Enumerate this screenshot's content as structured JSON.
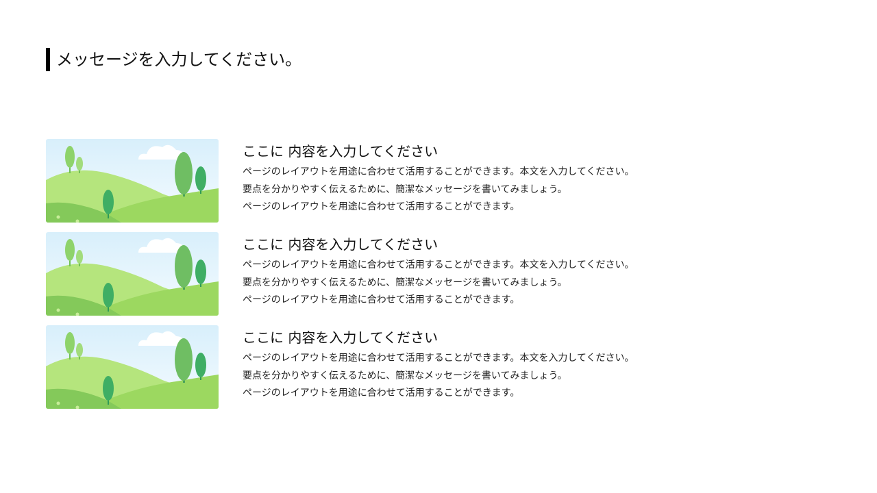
{
  "slide": {
    "title": "メッセージを入力してください。"
  },
  "items": [
    {
      "heading": "ここに 内容を入力してください",
      "lines": [
        "ページのレイアウトを用途に合わせて活用することができます。本文を入力してください。",
        "要点を分かりやすく伝えるために、簡潔なメッセージを書いてみましょう。",
        "ページのレイアウトを用途に合わせて活用することができます。"
      ]
    },
    {
      "heading": "ここに 内容を入力してください",
      "lines": [
        "ページのレイアウトを用途に合わせて活用することができます。本文を入力してください。",
        "要点を分かりやすく伝えるために、簡潔なメッセージを書いてみましょう。",
        "ページのレイアウトを用途に合わせて活用することができます。"
      ]
    },
    {
      "heading": "ここに 内容を入力してください",
      "lines": [
        "ページのレイアウトを用途に合わせて活用することができます。本文を入力してください。",
        "要点を分かりやすく伝えるために、簡潔なメッセージを書いてみましょう。",
        "ページのレイアウトを用途に合わせて活用することができます。"
      ]
    }
  ],
  "colors": {
    "title_bar": "#000000",
    "sky": "#e3f3fb",
    "hill_light": "#b5e57d",
    "hill_mid": "#9cd860",
    "hill_dark": "#84c95a",
    "tree_light": "#8ed36b",
    "tree_dark": "#3fae64"
  },
  "illustration": {
    "icon": "landscape-illustration"
  }
}
